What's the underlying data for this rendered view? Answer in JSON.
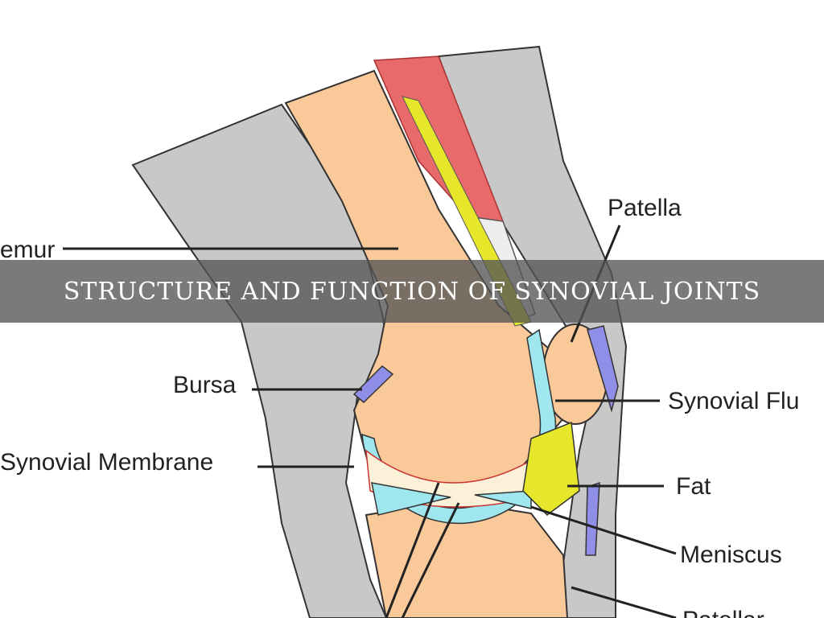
{
  "slide": {
    "title": "STRUCTURE AND FUNCTION OF SYNOVIAL JOINTS"
  },
  "diagram": {
    "labels": {
      "femur": "emur",
      "patella": "Patella",
      "bursa": "Bursa",
      "synovial_membrane": "Synovial Membrane",
      "synovial_fluid": "Synovial Flu",
      "fat": "Fat",
      "meniscus": "Meniscus",
      "patellar": "Patellar"
    },
    "colors": {
      "skin": "#c8c8c8",
      "bone": "#f9c99a",
      "muscle": "#e86a6a",
      "cartilage": "#9fe6ee",
      "fat": "#e6e62a",
      "bursa": "#8f8fe8",
      "banner": "#555555"
    }
  }
}
